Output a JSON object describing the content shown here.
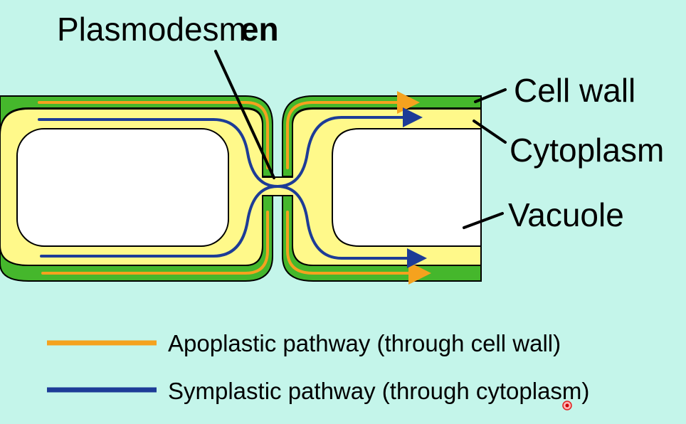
{
  "diagram": {
    "title_prefix": "Plasmodesm",
    "title_suffix": "en",
    "labels": {
      "cell_wall": "Cell wall",
      "cytoplasm": "Cytoplasm",
      "vacuole": "Vacuole"
    },
    "legend": [
      {
        "name": "apoplastic",
        "label": "Apoplastic pathway (through cell wall)",
        "color": "#f5a21e"
      },
      {
        "name": "symplastic",
        "label": "Symplastic pathway (through cytoplasm)",
        "color": "#1d3c97"
      }
    ],
    "colors": {
      "background": "#c4f5ea",
      "cell_wall": "#45b72c",
      "cytoplasm": "#fff98a",
      "vacuole": "#ffffff",
      "outline": "#000000"
    }
  }
}
